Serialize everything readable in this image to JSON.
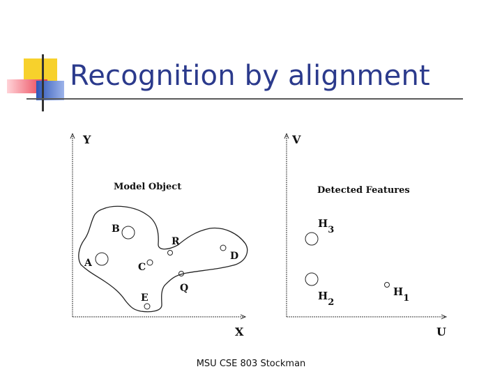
{
  "slide": {
    "title": "Recognition by alignment",
    "footer": "MSU CSE 803 Stockman"
  },
  "left_panel": {
    "y_axis_label": "Y",
    "x_axis_label": "X",
    "caption": "Model  Object",
    "points": [
      "A",
      "B",
      "C",
      "D",
      "E",
      "R",
      "Q"
    ]
  },
  "right_panel": {
    "y_axis_label": "V",
    "x_axis_label": "U",
    "caption": "Detected  Features",
    "features": [
      {
        "name": "H",
        "sub": "1"
      },
      {
        "name": "H",
        "sub": "2"
      },
      {
        "name": "H",
        "sub": "3"
      }
    ]
  },
  "colors": {
    "title": "#2b3a8c",
    "accent_yellow": "#f7d12c",
    "accent_red": "#e8374a",
    "accent_blue": "#2e56b8"
  }
}
